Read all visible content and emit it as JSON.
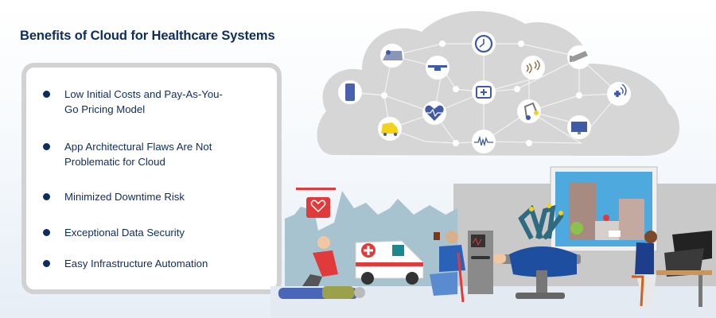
{
  "header": {
    "title": "Benefits of Cloud for Healthcare Systems"
  },
  "benefits": {
    "items": [
      {
        "line1": "Low Initial Costs and Pay-As-You-",
        "line2": "Go Pricing Model"
      },
      {
        "line1": "App Architectural Flaws Are Not",
        "line2": "Problematic for Cloud"
      },
      {
        "line1": "Minimized Downtime Risk",
        "line2": ""
      },
      {
        "line1": "Exceptional Data Security",
        "line2": ""
      },
      {
        "line1": "Easy Infrastructure Automation",
        "line2": ""
      }
    ]
  },
  "cloud": {
    "icons": [
      "smartphone-icon",
      "map-location-icon",
      "drone-icon",
      "clock-icon",
      "heart-pulse-icon",
      "ambulance-icon",
      "medical-kit-icon",
      "ecg-wave-icon",
      "signal-waves-icon",
      "robot-arm-icon",
      "security-camera-icon",
      "wireless-health-plus-icon",
      "monitor-icon"
    ]
  },
  "scene": {
    "elements": [
      "defibrillator-drone",
      "city-skyline",
      "cpr-rescuer",
      "patient-on-floor",
      "ambulance",
      "elderly-man-with-medicine",
      "vital-signs-machine",
      "surgical-robot",
      "operating-table-patient",
      "hospital-window-view",
      "remote-surgeon",
      "surgeon-console-monitors"
    ]
  },
  "colors": {
    "title": "#0e2d5e",
    "cloud": "#d6d6d6",
    "icon_blue": "#3f5aa6",
    "accent_red": "#e03a3a",
    "accent_yellow": "#f2d21b"
  }
}
